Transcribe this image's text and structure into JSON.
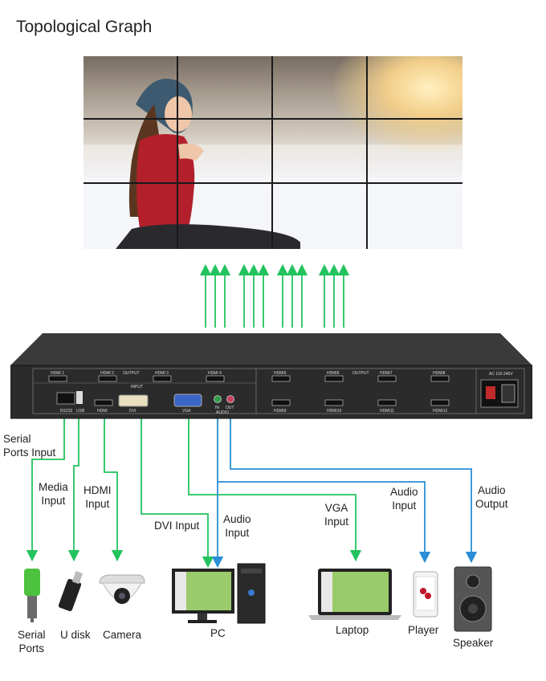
{
  "title": "Topological Graph",
  "device": {
    "output_group": "OUTPUT",
    "input_group": "INPUT",
    "power_label": "AC 110-240V",
    "top_ports": [
      "HDMI 1",
      "HDMI 2",
      "HDMI 3",
      "HDMI 4",
      "HDMI5",
      "HDMI6",
      "HDMI7",
      "HDMI8"
    ],
    "bottom_ports": [
      "HDMI9",
      "HDMI10",
      "HDMI11",
      "HDMI12"
    ],
    "input_ports": [
      "RS232",
      "USB",
      "HDMI",
      "DVI",
      "VGA",
      "IN",
      "OUT"
    ],
    "audio_label": "AUDIO"
  },
  "connections": [
    {
      "id": "serial",
      "label": [
        "Serial",
        "Ports Input"
      ]
    },
    {
      "id": "media",
      "label": [
        "Media",
        "Input"
      ]
    },
    {
      "id": "hdmi",
      "label": [
        "HDMI",
        "Input"
      ]
    },
    {
      "id": "dvi",
      "label": [
        "DVI Input"
      ]
    },
    {
      "id": "audio_pc",
      "label": [
        "Audio",
        "Input"
      ]
    },
    {
      "id": "vga",
      "label": [
        "VGA",
        "Input"
      ]
    },
    {
      "id": "audio_player",
      "label": [
        "Audio",
        "Input"
      ]
    },
    {
      "id": "audio_out",
      "label": [
        "Audio",
        "Output"
      ]
    }
  ],
  "devices": [
    {
      "id": "serial_ports",
      "label": [
        "Serial",
        "Ports"
      ]
    },
    {
      "id": "udisk",
      "label": [
        "U disk"
      ]
    },
    {
      "id": "camera",
      "label": [
        "Camera"
      ]
    },
    {
      "id": "pc",
      "label": [
        "PC"
      ]
    },
    {
      "id": "laptop",
      "label": [
        "Laptop"
      ]
    },
    {
      "id": "player",
      "label": [
        "Player"
      ]
    },
    {
      "id": "speaker",
      "label": [
        "Speaker"
      ]
    }
  ],
  "colors": {
    "input_arrow": "#22c35e",
    "audio_arrow": "#2a8fd6",
    "device_body": "#2b2b2b"
  }
}
